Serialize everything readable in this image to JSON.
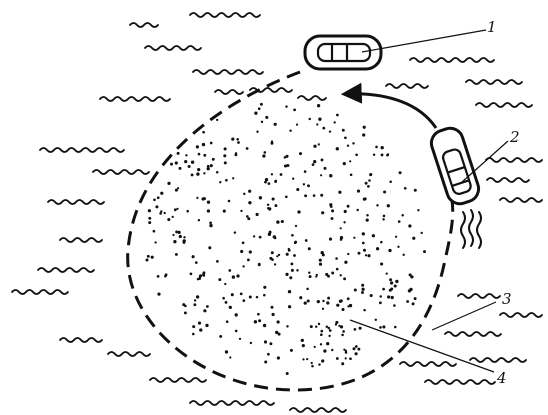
{
  "diagram": {
    "labels": {
      "boat_1": "1",
      "boat_2": "2",
      "perimeter": "3",
      "area": "4"
    },
    "colors": {
      "ink": "#111111",
      "background": "#ffffff"
    },
    "icons": {
      "boat": "boat-icon",
      "wake": "wake-icon",
      "direction_arrow": "curved-arrow-icon",
      "water": "wave-icon",
      "dotted_area": "stipple-fill"
    }
  }
}
